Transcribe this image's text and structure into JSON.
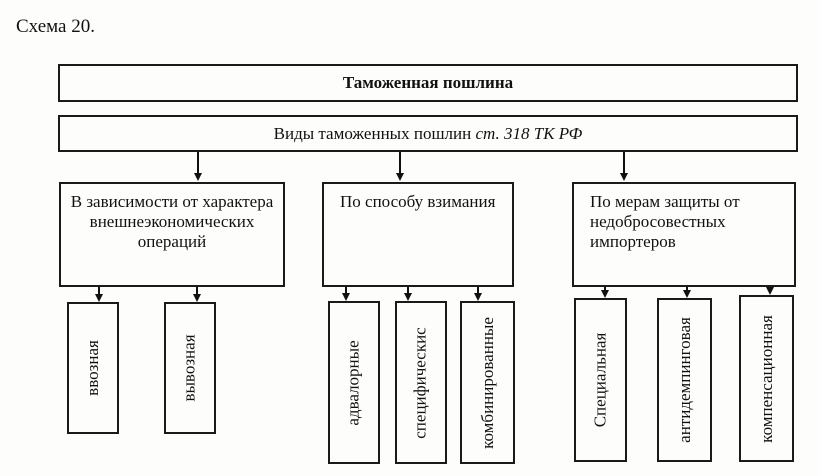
{
  "caption": "Схема 20.",
  "title": "Таможенная пошлина",
  "subtitle": {
    "text": "Виды таможенных пошлин ",
    "ref": "ст. 318 ТК РФ"
  },
  "categories": [
    {
      "label": "В зависимости от характера внешнеэкономических операций",
      "items": [
        "ввозная",
        "вывозная"
      ]
    },
    {
      "label": "По способу взимания",
      "items": [
        "адвалорные",
        "специфическис",
        "комбинированные"
      ]
    },
    {
      "label": "По мерам защиты от недобросовестных импортеров",
      "items": [
        "Специальная",
        "антидемпинговая",
        "компенсационная"
      ]
    }
  ]
}
